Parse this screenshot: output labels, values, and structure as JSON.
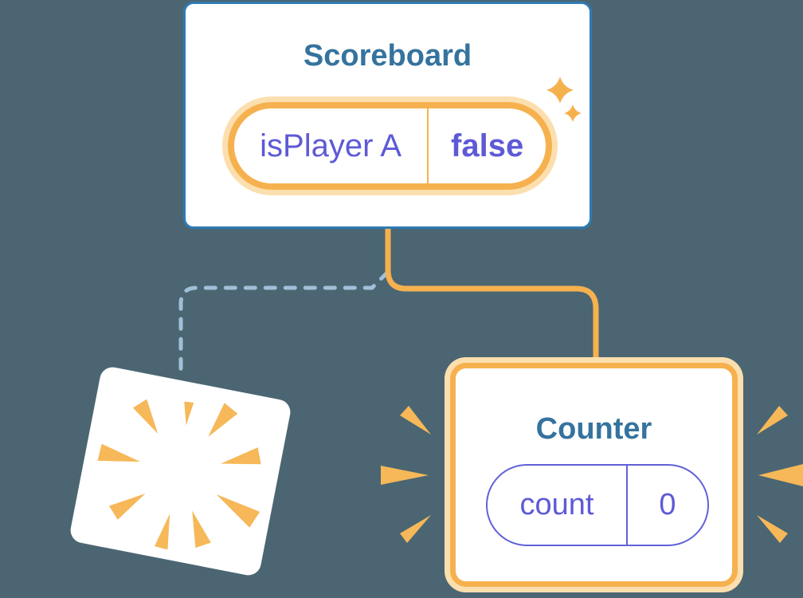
{
  "diagram": {
    "description": "Component tree state diagram",
    "colors": {
      "background": "#4B6672",
      "card_border_blue": "#2E7BB5",
      "heading_blue": "#35739E",
      "state_purple": "#5E5AD6",
      "highlight_orange": "#F6B14F",
      "highlight_orange_light": "#FCDFAE",
      "removed_link_blue": "#A0C0D8"
    }
  },
  "scoreboard": {
    "title": "Scoreboard",
    "state": {
      "name": "isPlayer A",
      "value": "false"
    }
  },
  "counter": {
    "title": "Counter",
    "state": {
      "name": "count",
      "value": "0"
    }
  }
}
